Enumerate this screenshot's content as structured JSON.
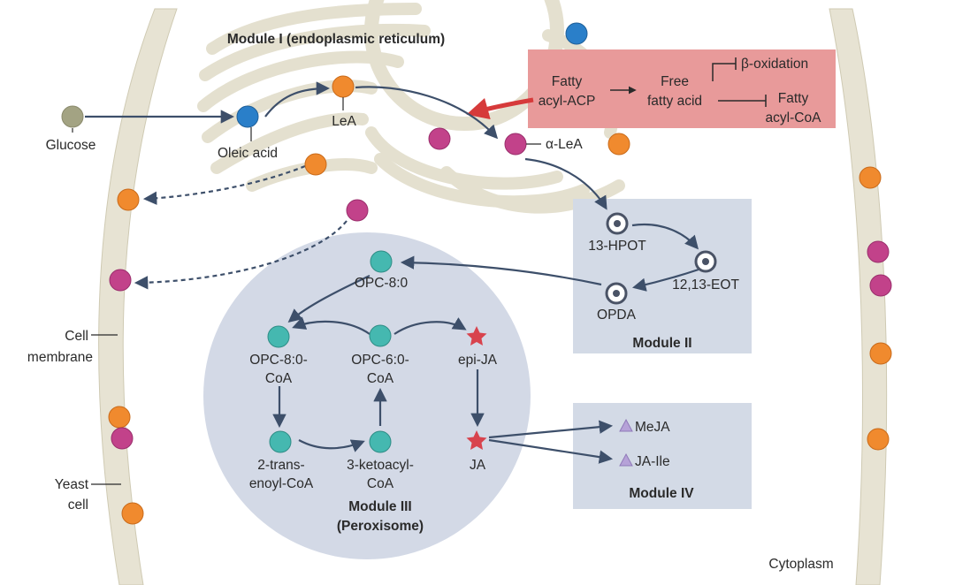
{
  "module1": {
    "title": "Module I (endoplasmic reticulum)"
  },
  "module2": {
    "title": "Module II"
  },
  "module3": {
    "title": "Module III",
    "subtitle": "(Peroxisome)"
  },
  "module4": {
    "title": "Module IV"
  },
  "labels": {
    "glucose": "Glucose",
    "oleic_acid": "Oleic acid",
    "lea": "LeA",
    "alpha_lea": "α-LeA",
    "hpot": "13-HPOT",
    "eot": "12,13-EOT",
    "opda": "OPDA",
    "opc80": "OPC-8:0",
    "opc80coa_1": "OPC-8:0-",
    "opc80coa_2": "CoA",
    "opc60coa_1": "OPC-6:0-",
    "opc60coa_2": "CoA",
    "epija": "epi-JA",
    "trans_1": "2-trans-",
    "trans_2": "enoyl-CoA",
    "keto_1": "3-ketoacyl-",
    "keto_2": "CoA",
    "ja": "JA",
    "meja": "MeJA",
    "jaile": "JA-Ile",
    "cell_membrane_1": "Cell",
    "cell_membrane_2": "membrane",
    "yeast_cell_1": "Yeast",
    "yeast_cell_2": "cell",
    "cytoplasm": "Cytoplasm"
  },
  "fatty_box": {
    "fatty_acyl_acp_1": "Fatty",
    "fatty_acyl_acp_2": "acyl-ACP",
    "free_fatty_acid_1": "Free",
    "free_fatty_acid_2": "fatty acid",
    "beta_oxidation": "β-oxidation",
    "fatty_acyl_coa_1": "Fatty",
    "fatty_acyl_coa_2": "acyl-CoA"
  },
  "colors": {
    "membrane": "#e7e3d3",
    "er": "#e4e0cf",
    "module_box": "#d3dae6",
    "peroxisome": "#d3d9e6",
    "fatty_box": "#e89a9a",
    "orange": "#f08a2e",
    "magenta": "#c2428a",
    "blue": "#2a7fc9",
    "teal": "#45b8b0",
    "olive": "#a3a383",
    "arrow": "#3d4f6a",
    "red_arrow": "#d63a3a",
    "star": "#d8434d",
    "triangle": "#b6a2d8"
  }
}
